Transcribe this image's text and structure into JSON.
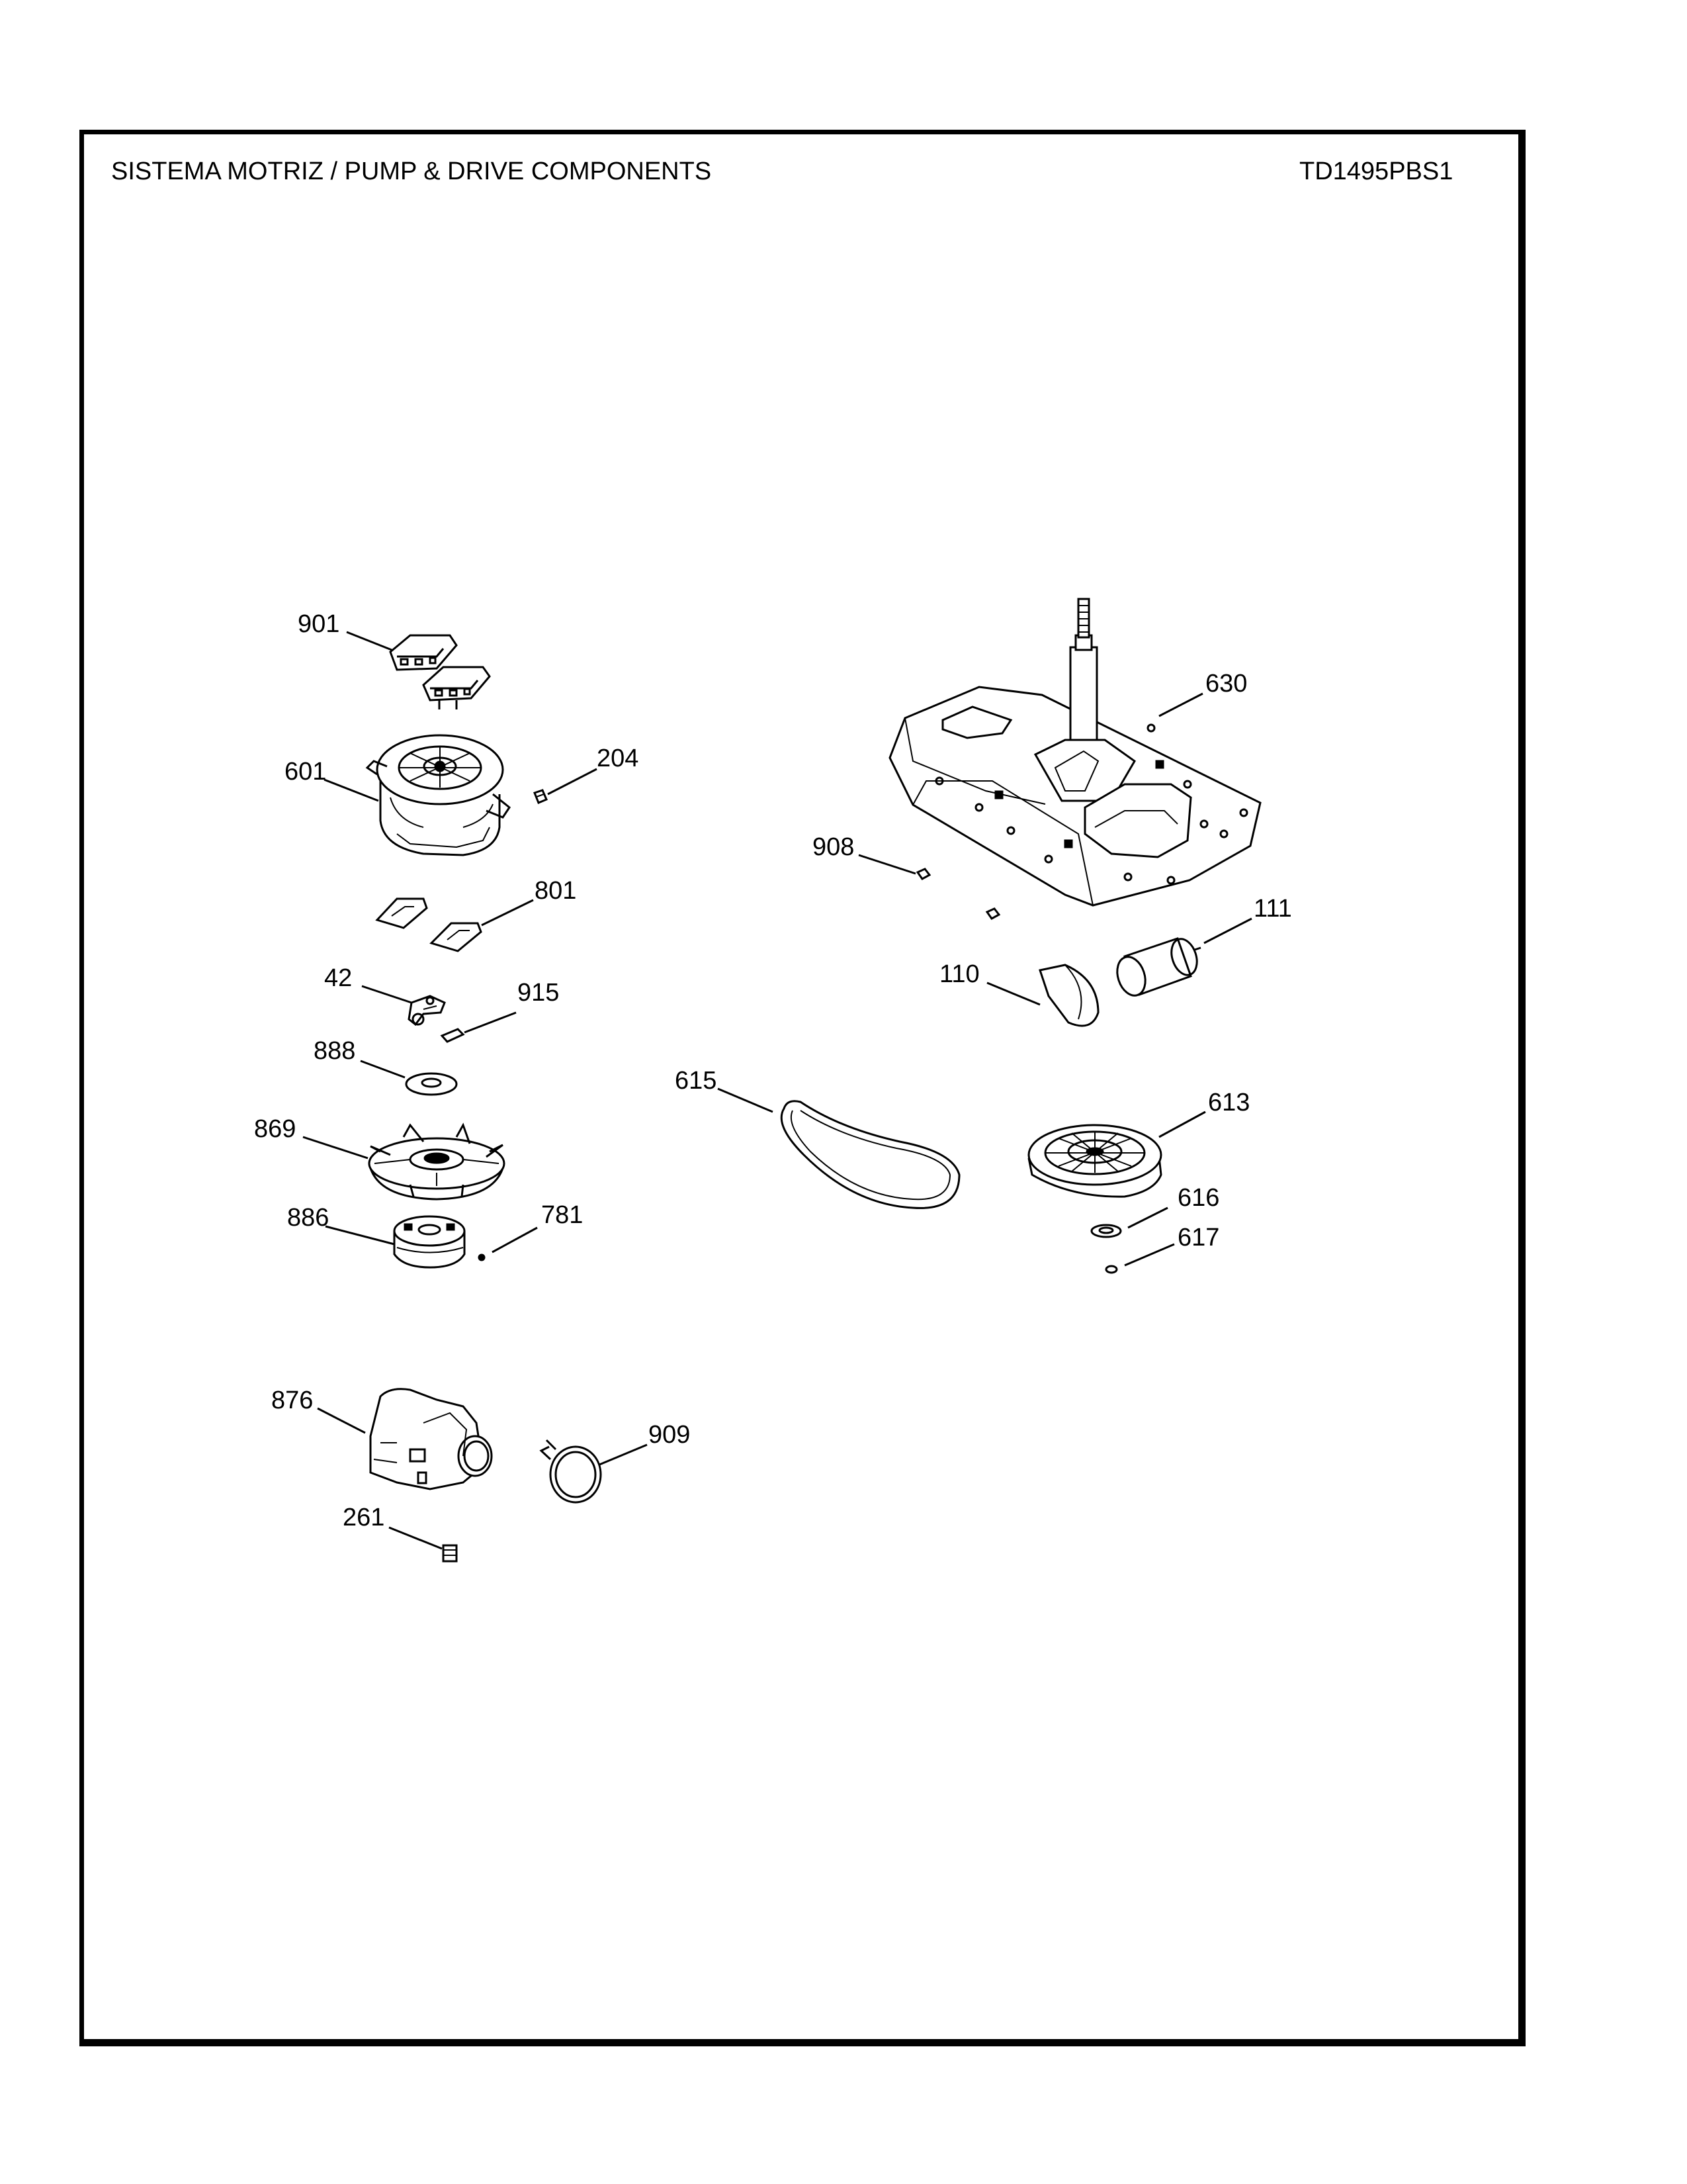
{
  "header": {
    "title": "SISTEMA MOTRIZ / PUMP  &  DRIVE COMPONENTS",
    "model": "TD1495PBS1"
  },
  "callouts": {
    "c901": "901",
    "c601": "601",
    "c204": "204",
    "c801": "801",
    "c42": "42",
    "c915": "915",
    "c888": "888",
    "c869": "869",
    "c886": "886",
    "c781": "781",
    "c876": "876",
    "c909": "909",
    "c261": "261",
    "c630": "630",
    "c908": "908",
    "c111": "111",
    "c110": "110",
    "c615": "615",
    "c613": "613",
    "c616": "616",
    "c617": "617"
  }
}
